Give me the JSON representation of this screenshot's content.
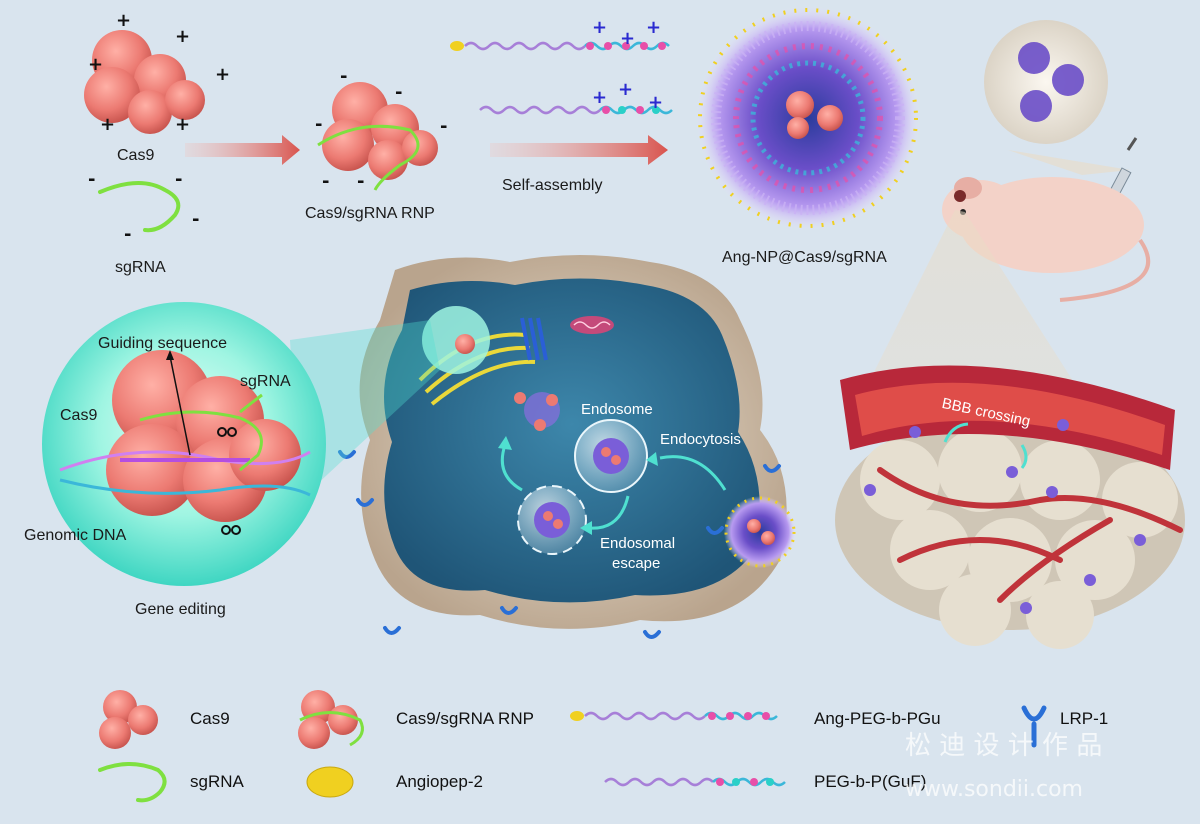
{
  "labels": {
    "cas9": "Cas9",
    "sgrna": "sgRNA",
    "rnp": "Cas9/sgRNA RNP",
    "self_assembly": "Self-assembly",
    "nanoparticle": "Ang-NP@Cas9/sgRNA",
    "guiding_sequence": "Guiding sequence",
    "sgrna_zoom": "sgRNA",
    "cas9_zoom": "Cas9",
    "genomic_dna": "Genomic DNA",
    "gene_editing": "Gene editing",
    "endosome": "Endosome",
    "endocytosis": "Endocytosis",
    "endosomal_escape_1": "Endosomal",
    "endosomal_escape_2": "escape",
    "bbb_crossing": "BBB crossing"
  },
  "legend": {
    "cas9": "Cas9",
    "rnp": "Cas9/sgRNA RNP",
    "ang_peg": "Ang-PEG-b-PGu",
    "lrp1": "LRP-1",
    "sgrna": "sgRNA",
    "angiopep": "Angiopep-2",
    "peg_gu": "PEG-b-P(GuF)"
  },
  "signs": {
    "plus": "+",
    "minus": "-"
  },
  "watermark": {
    "line1": "松 迪 设 计 作 品",
    "line2": "www.sondii.com"
  },
  "colors": {
    "background": "#d9e4ee",
    "cas9": "#ec7a72",
    "sgrna": "#7fe040",
    "peg": "#a77fd8",
    "cyan": "#4fe0d0",
    "membrane": "#c8a98a",
    "cytoplasm": "#2b6f93",
    "vessel": "#c0333a",
    "receptor": "#2a6fd6",
    "angiopep": "#f0d020"
  }
}
